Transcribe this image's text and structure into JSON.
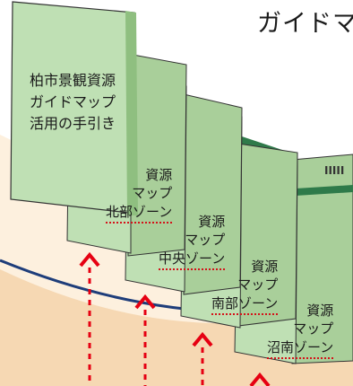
{
  "header": {
    "title": "ガイドマ",
    "tick_marks": "IIIII"
  },
  "booklets": [
    {
      "id": "south-coast",
      "lines": [
        "資源",
        "マップ"
      ],
      "zone": "沼南ゾーン"
    },
    {
      "id": "south",
      "lines": [
        "資源",
        "マップ"
      ],
      "zone": "南部ゾーン"
    },
    {
      "id": "central",
      "lines": [
        "資源",
        "マップ"
      ],
      "zone": "中央ゾーン"
    },
    {
      "id": "north",
      "lines": [
        "資源",
        "マップ"
      ],
      "zone": "北部ゾーン"
    }
  ],
  "main_booklet": {
    "lines": [
      "柏市景観資源",
      "ガイドマップ",
      "活用の手引き"
    ]
  },
  "colors": {
    "booklet_fill": "#bfe0b4",
    "booklet_band": "#2f7a4a",
    "arrow_red": "#e60012",
    "ground_light": "#fdf0de",
    "ground_band": "#f6d8b3",
    "ground_line": "#1e3d7a"
  }
}
